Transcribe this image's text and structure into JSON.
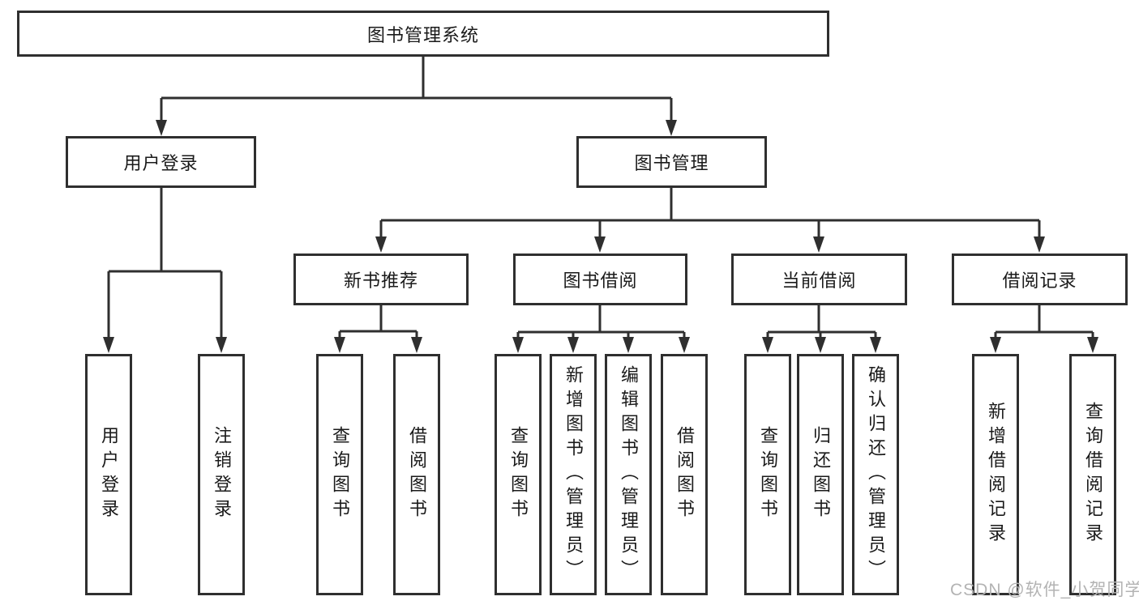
{
  "colors": {
    "line": "#2f2f2f",
    "text": "#1a1a1a",
    "background": "#ffffff",
    "watermark": "#b3b3b3"
  },
  "nodes": {
    "root": "图书管理系统",
    "userLogin": "用户登录",
    "bookManagement": "图书管理",
    "newBookRecommend": "新书推荐",
    "bookBorrow": "图书借阅",
    "currentBorrow": "当前借阅",
    "borrowRecord": "借阅记录",
    "leafUserLogin": "用户登录",
    "leafLogout": "注销登录",
    "leafQueryBook1": "查询图书",
    "leafBorrowBook1": "借阅图书",
    "leafQueryBook2": "查询图书",
    "leafAddBook": "新增图书（管理员）",
    "leafEditBook": "编辑图书（管理员）",
    "leafBorrowBook2": "借阅图书",
    "leafQueryBook3": "查询图书",
    "leafReturnBook": "归还图书",
    "leafConfirmReturn": "确认归还（管理员）",
    "leafAddBorrowRecord": "新增借阅记录",
    "leafQueryBorrowRecord": "查询借阅记录"
  },
  "watermark": {
    "text": "CSDN @软件_小贺同学"
  }
}
